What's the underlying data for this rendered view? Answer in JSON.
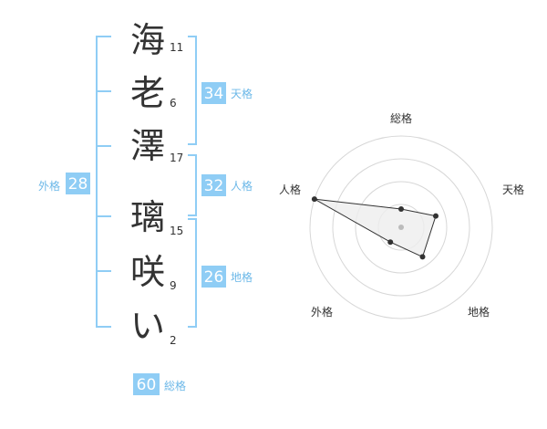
{
  "name_chars": [
    {
      "char": "海",
      "strokes": "11"
    },
    {
      "char": "老",
      "strokes": "6"
    },
    {
      "char": "澤",
      "strokes": "17"
    },
    {
      "char": "璃",
      "strokes": "15"
    },
    {
      "char": "咲",
      "strokes": "9"
    },
    {
      "char": "い",
      "strokes": "2"
    }
  ],
  "fortunes": {
    "tenkaku": {
      "value": "34",
      "label": "天格"
    },
    "jinkaku": {
      "value": "32",
      "label": "人格"
    },
    "chikaku": {
      "value": "26",
      "label": "地格"
    },
    "gaikaku": {
      "value": "28",
      "label": "外格"
    },
    "soukaku": {
      "value": "60",
      "label": "総格"
    }
  },
  "chart_data": {
    "type": "radar",
    "axes": [
      "総格",
      "天格",
      "地格",
      "外格",
      "人格"
    ],
    "values": [
      0.2,
      0.4,
      0.4,
      0.2,
      1.0
    ],
    "range": [
      0,
      1
    ],
    "rings": 4
  },
  "colors": {
    "accent": "#8fcdf5",
    "accent_text": "#6cb8e8",
    "text": "#333333",
    "grid": "#d7d7d7"
  }
}
